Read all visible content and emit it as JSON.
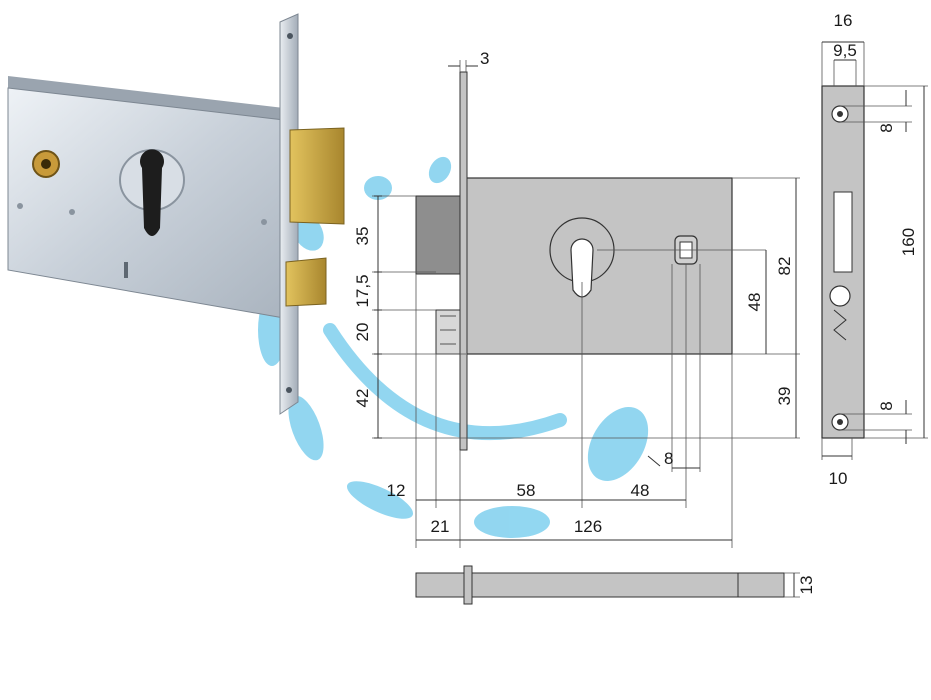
{
  "colors": {
    "steel_light": "#dfe4ea",
    "steel_mid": "#b9c2cc",
    "steel_dark": "#8c96a2",
    "brass": "#c9a94a",
    "brass_dark": "#a5852d",
    "drawing_gray": "#c4c4c4",
    "drawing_dark": "#8e8e8e",
    "watermark": "#7fd0ee"
  },
  "dimensions": {
    "front_plate_thickness": "3",
    "backset_part_35": "35",
    "backset_part_17_5": "17,5",
    "backset_part_20": "20",
    "backset_part_42": "42",
    "bolt_throw_12": "12",
    "overall_21": "21",
    "cyl_to_edge_58": "58",
    "center_distance_48": "48",
    "body_width_126": "126",
    "square_8": "8",
    "height_82": "82",
    "height_48": "48",
    "height_39": "39",
    "faceplate_width_16": "16",
    "faceplate_inner_9_5": "9,5",
    "hole_offset_top_8": "8",
    "hole_offset_bottom_8": "8",
    "faceplate_length_160": "160",
    "faceplate_thickness_10": "10",
    "bolt_thickness_13": "13"
  }
}
